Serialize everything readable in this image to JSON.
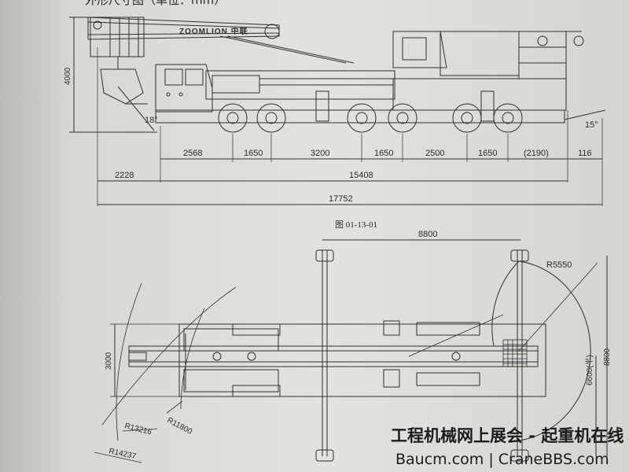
{
  "header": {
    "title": "外形尺寸图（单位：mm）"
  },
  "side_view": {
    "brand": "ZOOMLION 中联",
    "height": "4000",
    "approach_angle": "18°",
    "departure_angle": "15°",
    "axle_spacings": [
      "2568",
      "1650",
      "3200",
      "1650",
      "2500",
      "1650",
      "(2190)",
      "116"
    ],
    "front_overhang": "2228",
    "wheelbase_total": "15408",
    "overall_length": "17752"
  },
  "caption": "图 01-13-01",
  "top_view": {
    "outrigger_span_longitudinal": "8800",
    "outrigger_span_transverse": "8800",
    "outrigger_span_mid": "6600(半)",
    "tail_swing_radius": "R5550",
    "vehicle_width": "3000",
    "turning_radii": [
      "R11800",
      "R13216",
      "R14237"
    ]
  },
  "watermark": {
    "line1": "工程机械网上展会 - 起重机在线",
    "line2": "Baucm.com | CraneBBS.com"
  },
  "colors": {
    "paper": "#dcddd9",
    "ink": "#2b2b2b",
    "watermark": "#1c1c1c"
  }
}
